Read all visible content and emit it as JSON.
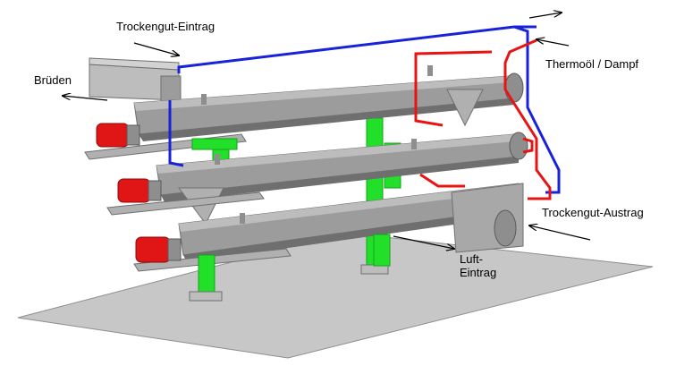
{
  "labels": {
    "trockengut_eintrag": "Trockengut-Eintrag",
    "brueden": "Brüden",
    "thermoel_dampf": "Thermoöl / Dampf",
    "trockengut_austrag": "Trockengut-Austrag",
    "luft_line1": "Luft-",
    "luft_line2": "Eintrag"
  },
  "colors": {
    "floor": "#c7c7c7",
    "floor_edge": "#8e8e8e",
    "dryer_body": "#9c9c9c",
    "dryer_light": "#bdbdbd",
    "dryer_dark": "#6f6f6f",
    "support": "#22e02a",
    "support_dark": "#12a51a",
    "motor": "#e01515",
    "motor_dark": "#8a0c0c",
    "pipe_blue": "#1822d8",
    "pipe_red": "#e81414",
    "arrow": "#000000"
  }
}
